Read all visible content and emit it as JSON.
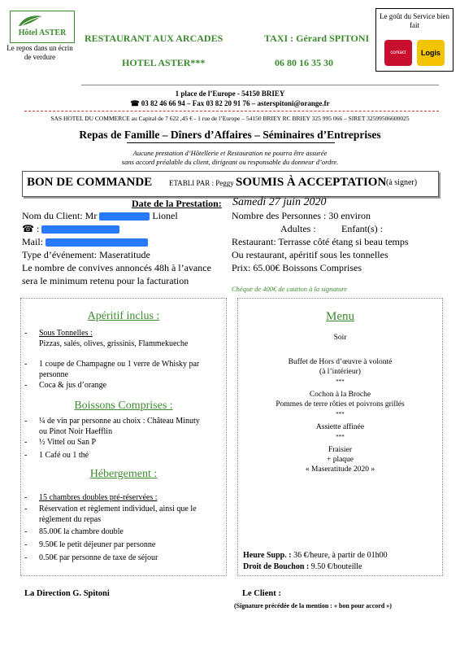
{
  "header": {
    "logo_name": "Hôtel ASTER",
    "logo_tagline": "Le repos dans un écrin de verdure",
    "restaurant": "RESTAURANT AUX ARCADES",
    "taxi": "TAXI : Gérard SPITONI",
    "hotel": "HOTEL ASTER***",
    "phone": "06 80 16 35 30",
    "badge_text": "Le goût du Service bien fait",
    "badge_logo_1": "contact",
    "badge_logo_2": "Logis"
  },
  "address": {
    "line1": "1 place de l’Europe - 54150 BRIEY",
    "line2": "☎ 03 82 46 66 94 – Fax 03 82 20 91 76 – asterspitoni@orange.fr",
    "company": "SAS HOTEL DU COMMERCE au Capital de 7 622 ,45 € - 1 rue de l’Europe – 54150 BRIEY RC BRIEY 325 995 066 – SIRET 32599506600025"
  },
  "banner": "Repas de Famille – Dîners d’Affaires – Séminaires d’Entreprises",
  "notice": {
    "line1": "Aucune prestation d’Hôtellerie et Restauration ne pourra être assurée",
    "line2": "sans accord préalable du client, dirigeant ou responsable du donneur d’ordre."
  },
  "bon": {
    "title": "BON DE COMMANDE",
    "etabli": "ETABLI PAR : Peggy",
    "soumis": "SOUMIS À ACCEPTATION",
    "signer": "(à signer)"
  },
  "client": {
    "date_label": "Date de la Prestation:",
    "date_value": "Samedi 27 juin 2020",
    "nom_label": "Nom du Client: Mr",
    "nom_first": "Lionel",
    "tel_label": "☎ :",
    "mail_label": "Mail:",
    "type_event": "Type d’événement: Maseratitude",
    "convives_1": "Le nombre de convives annoncés 48h à l’avance",
    "convives_2": "sera le minimum retenu pour la facturation",
    "nb_personnes": "Nombre des Personnes : 30 environ",
    "adultes": "Adultes :",
    "enfants": "Enfant(s) :",
    "restaurant": "Restaurant: Terrasse côté étang si beau temps",
    "ou_restaurant": "Ou restaurant, apéritif sous les tonnelles",
    "prix": "Prix: 65.00€ Boissons Comprises",
    "cheque": "Chèque de 400€ de caution à la signature"
  },
  "aperitif": {
    "title": "Apéritif inclus :",
    "items": [
      {
        "label": "Sous Tonnelles :",
        "sub": "Pizzas, salés, olives, grissinis, Flammekueche"
      },
      {
        "label": "1 coupe de Champagne ou 1 verre de Whisky par personne",
        "sub": ""
      },
      {
        "label": "Coca & jus d’orange",
        "sub": ""
      }
    ]
  },
  "boissons": {
    "title": "Boissons Comprises :",
    "items": [
      "¼ de vin par personne au choix : Château Minuty ou Pinot Noir Haefflin",
      "½ Vittel ou San P",
      "1 Café ou 1 thé"
    ]
  },
  "hebergement": {
    "title": "Hébergement :",
    "items": [
      "15 chambres doubles pré-réservées :",
      "Réservation et règlement individuel, ainsi que le règlement du repas",
      "85.00€ la chambre double",
      "9.50€ le petit déjeuner par personne",
      "0.50€ par personne de taxe de séjour"
    ]
  },
  "menu": {
    "title": "Menu",
    "soir": "Soir",
    "lines": [
      "Buffet de Hors d’œuvre à volonté",
      "(à l’intérieur)",
      "***",
      "Cochon à la Broche",
      "Pommes de terre rôties et poivrons grillés",
      "***",
      "Assiette affinée",
      "***",
      "Fraisier",
      "+ plaque",
      "«  Maseratitude 2020 »"
    ],
    "heure_supp_label": "Heure Supp. :",
    "heure_supp_value": "36 €/heure, à partir de 01h00",
    "bouchon_label": "Droit de Bouchon :",
    "bouchon_value": "9.50 €/bouteille"
  },
  "footer": {
    "direction": "La Direction G. Spitoni",
    "client": "Le Client :",
    "signature_note": "(Signature précédée de la mention : « bon pour accord »)"
  },
  "colors": {
    "green": "#3c8a2e",
    "redact_blue": "#2979ff",
    "rule_red": "#c0392b"
  }
}
